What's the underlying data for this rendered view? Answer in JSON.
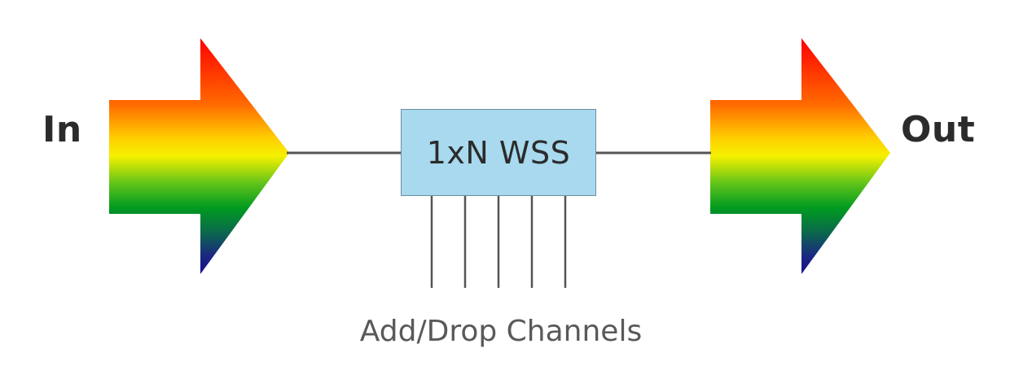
{
  "labels": {
    "input": "In",
    "output": "Out",
    "device": "1xN WSS",
    "channels": "Add/Drop Channels"
  },
  "colors": {
    "spectrum": [
      "#ff0000",
      "#ff7a00",
      "#ffee00",
      "#00a020",
      "#0a6a4a",
      "#1a0a90"
    ],
    "box_fill": "#a8d9ee",
    "line": "#555555",
    "text": "#2b2b2b",
    "caption": "#595959"
  },
  "channel_count": 5
}
